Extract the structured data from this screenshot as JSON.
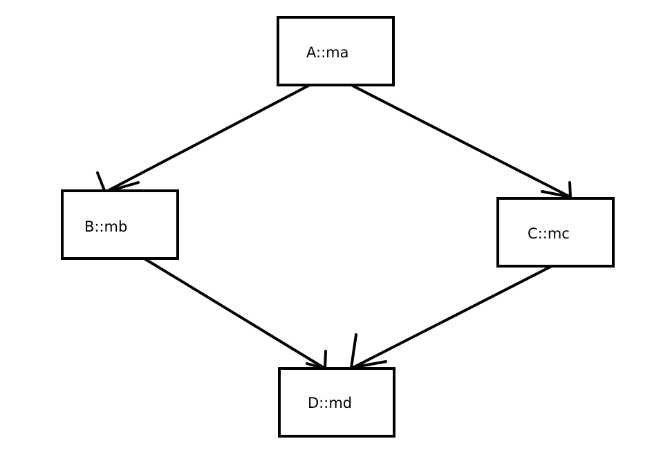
{
  "diagram": {
    "nodes": [
      {
        "id": "A",
        "label": "A::ma"
      },
      {
        "id": "B",
        "label": "B::mb"
      },
      {
        "id": "C",
        "label": "C::mc"
      },
      {
        "id": "D",
        "label": "D::md"
      }
    ],
    "edges": [
      {
        "from": "A",
        "to": "B"
      },
      {
        "from": "A",
        "to": "C"
      },
      {
        "from": "B",
        "to": "D"
      },
      {
        "from": "C",
        "to": "D"
      }
    ],
    "line_color": "#000000",
    "background_color": "#ffffff"
  }
}
